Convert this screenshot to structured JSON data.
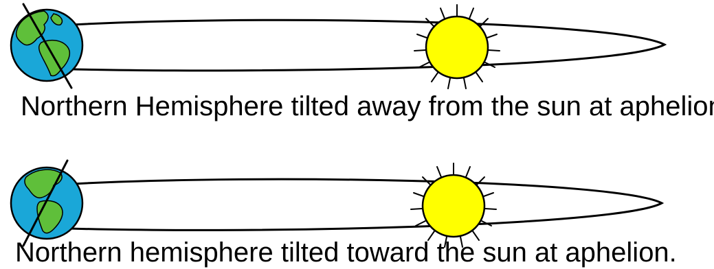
{
  "colors": {
    "sun": "#ffff00",
    "ocean": "#1aa7d8",
    "land": "#5fbf3a",
    "outline": "#000000",
    "background": "#ffffff"
  },
  "panels": [
    {
      "caption": "Northern Hemisphere tilted away from the sun at aphelion.",
      "axis_tilt": "away-from-sun"
    },
    {
      "caption": "Northern hemisphere tilted toward the sun at aphelion.",
      "axis_tilt": "toward-sun"
    }
  ]
}
